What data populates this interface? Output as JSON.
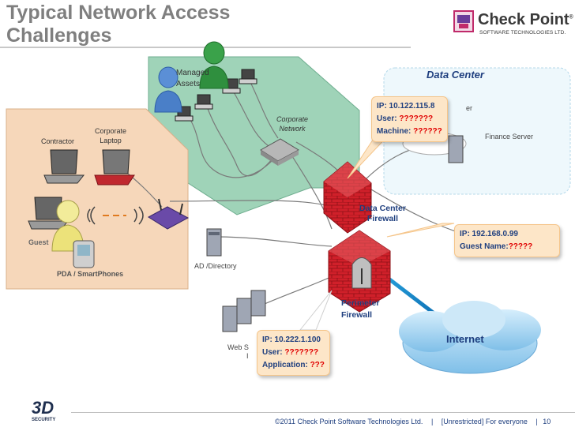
{
  "header": {
    "title_line1": "Typical Network Access",
    "title_line2": "Challenges"
  },
  "logo": {
    "name": "Check Point",
    "tagline": "SOFTWARE TECHNOLOGIES LTD.",
    "reg": "®"
  },
  "labels": {
    "managed_assets": "Managed\nAssets",
    "corporate_network": "Corporate\nNetwork",
    "data_center": "Data Center",
    "server_partial": "er",
    "finance_server": "Finance Server",
    "corporate_laptop": "Corporate\nLaptop",
    "contractor": "Contractor",
    "guest": "Guest",
    "pda": "PDA / SmartPhones",
    "ad_directory": "AD /Directory",
    "dc_firewall": "Data Center\nFirewall",
    "perimeter_firewall": "Perimeter\nFirewall",
    "internet": "Internet",
    "web_partial_1": "Web S",
    "web_partial_2": "I"
  },
  "callouts": {
    "top": {
      "ip": "IP: 10.122.115.8",
      "user_label": "User: ",
      "user_value": "???????",
      "machine_label": "Machine: ",
      "machine_value": "??????"
    },
    "guest": {
      "ip": "IP: 192.168.0.99",
      "name_label": "Guest Name:",
      "name_value": "?????"
    },
    "web": {
      "ip": "IP: 10.222.1.100",
      "user_label": "User: ",
      "user_value": "???????",
      "app_label": "Application: ",
      "app_value": "???"
    }
  },
  "footer": {
    "copyright": "©2011 Check Point Software Technologies Ltd.",
    "sep1": "|",
    "classification": "[Unrestricted] For everyone",
    "sep2": "|",
    "page": "10",
    "logo_3d": "3D",
    "logo_3d_sub": "SECURITY"
  },
  "colors": {
    "title": "#7f7f7f",
    "text_blue": "#1f3f7f",
    "question_red": "#e00000",
    "corporate_zone": "#9fd3b8",
    "guest_zone": "#f6d7ba",
    "datacenter_zone": "#eef8fc",
    "firewall_red": "#d0202a",
    "internet_blue": "#9fd0f0"
  },
  "icons": [
    "user-icon",
    "workstation-icon",
    "switch-icon",
    "laptop-icon",
    "wireless-router-icon",
    "pda-icon",
    "server-icon",
    "firewall-icon",
    "cloud-icon"
  ]
}
